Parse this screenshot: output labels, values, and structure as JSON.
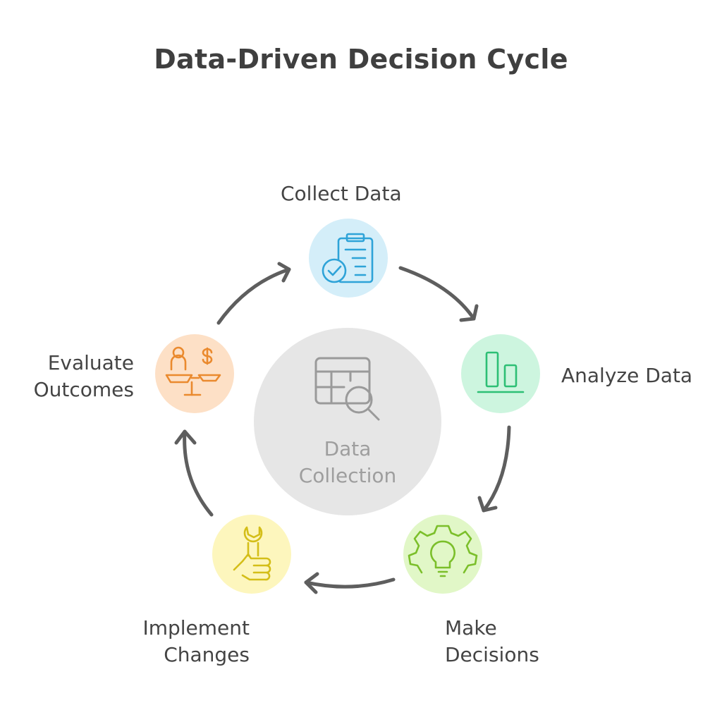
{
  "title": "Data-Driven Decision Cycle",
  "center": {
    "line1": "Data",
    "line2": "Collection",
    "icon": "table-search-icon",
    "color": "#e6e6e6"
  },
  "steps": [
    {
      "label_lines": [
        "Collect Data"
      ],
      "icon": "clipboard-check-icon",
      "fill": "#d4eef9",
      "stroke": "#2ea3d8"
    },
    {
      "label_lines": [
        "Analyze Data"
      ],
      "icon": "bar-chart-icon",
      "fill": "#cdf5df",
      "stroke": "#2dbf75"
    },
    {
      "label_lines": [
        "Make",
        "Decisions"
      ],
      "icon": "gear-lightbulb-icon",
      "fill": "#e1f7c7",
      "stroke": "#7bbf2a"
    },
    {
      "label_lines": [
        "Implement",
        "Changes"
      ],
      "icon": "wrench-thumbs-up-icon",
      "fill": "#fdf6bd",
      "stroke": "#d4be18"
    },
    {
      "label_lines": [
        "Evaluate",
        "Outcomes"
      ],
      "icon": "scale-balance-icon",
      "fill": "#fde0c6",
      "stroke": "#ea8a2e"
    }
  ]
}
